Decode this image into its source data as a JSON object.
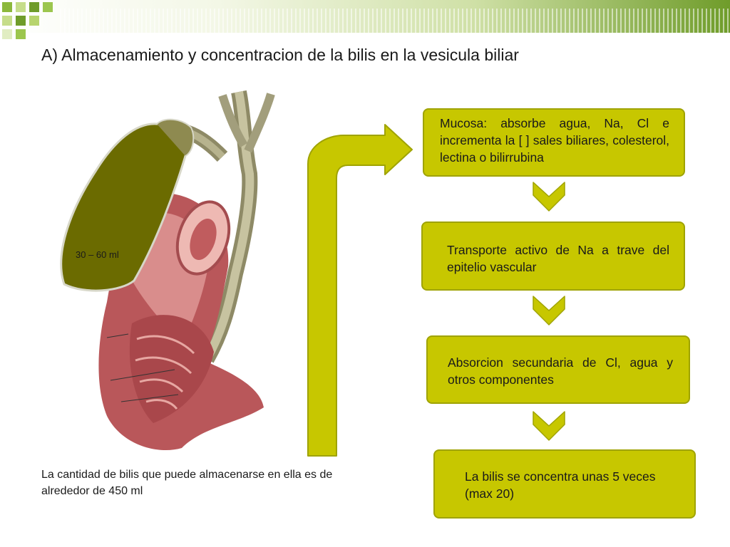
{
  "slide": {
    "title": "A) Almacenamiento y concentracion de la bilis en la vesicula biliar",
    "gallbladder_volume": "30 – 60 ml",
    "caption": "La cantidad de bilis que puede almacenarse en ella es de alrededor de 450 ml"
  },
  "flow": [
    {
      "text": "Mucosa: absorbe agua, Na, Cl e incrementa la [ ] sales biliares, colesterol, lectina o bilirrubina"
    },
    {
      "text": "Transporte activo de Na a trave del epitelio vascular"
    },
    {
      "text": "Absorcion secundaria de Cl, agua y otros componentes"
    },
    {
      "text": "La bilis se concentra unas 5 veces (max 20)"
    }
  ],
  "colors": {
    "box_fill": "#c7c700",
    "box_border": "#9fa300",
    "arrow_fill": "#c7c700",
    "gallbladder": "#6b6b00",
    "accent_green": "#6f9c2a"
  },
  "icons": [
    "flow-arrow-icon",
    "chevron-down-icon",
    "corner-squares-logo"
  ]
}
